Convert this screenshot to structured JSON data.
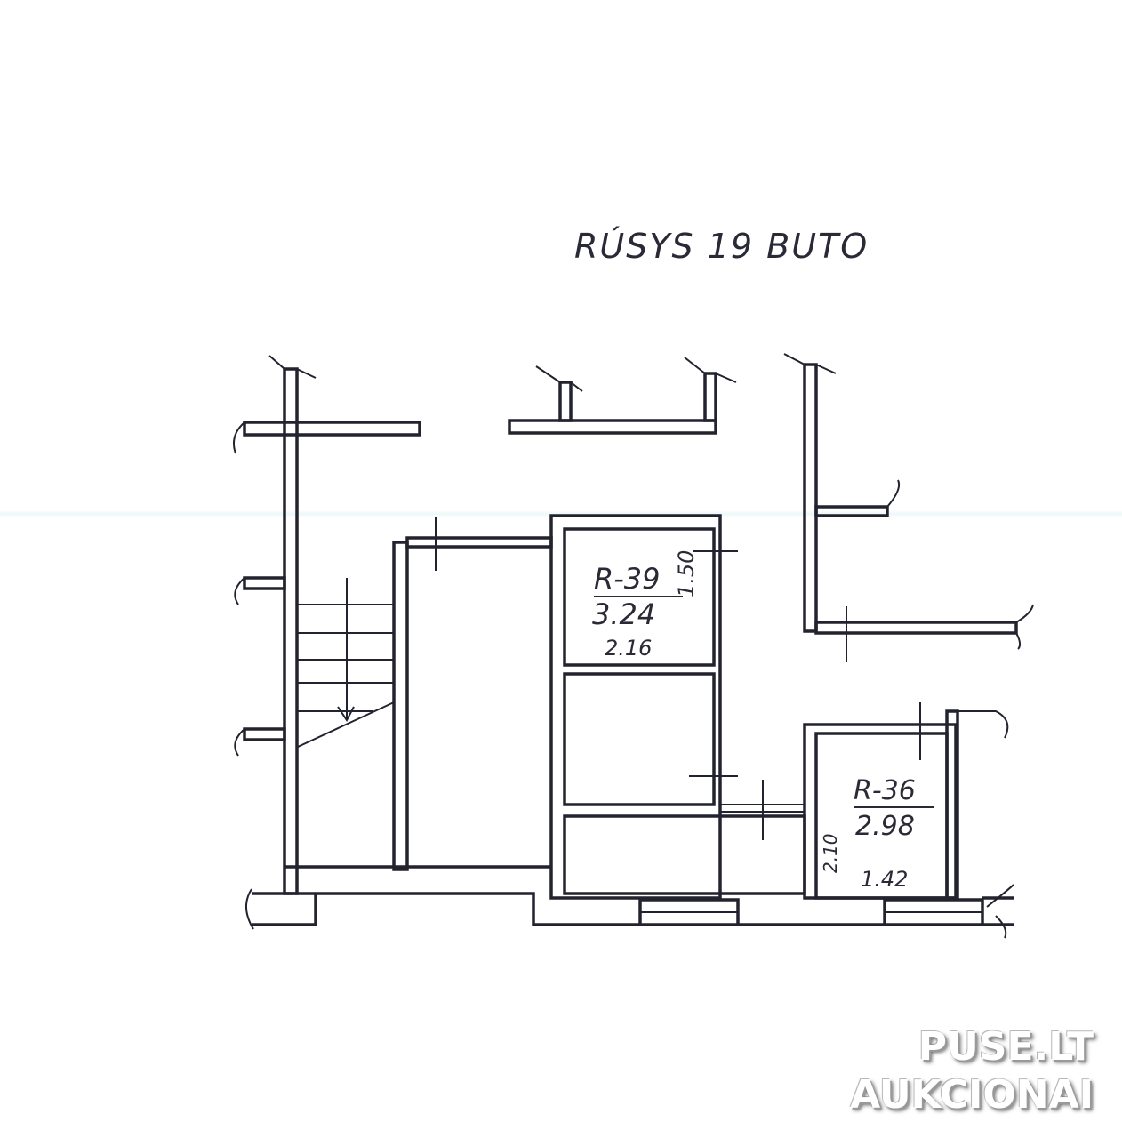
{
  "plan": {
    "title": "RÚSYS   19 BUTO",
    "rooms": [
      {
        "id": "R-39",
        "area": "3.24",
        "width": "2.16",
        "length": "1.50"
      },
      {
        "id": "R-36",
        "area": "2.98",
        "width": "1.42",
        "length": "2.10"
      }
    ]
  },
  "watermark": {
    "line1": "PUSE.LT",
    "line2": "AUKCIONAI"
  }
}
